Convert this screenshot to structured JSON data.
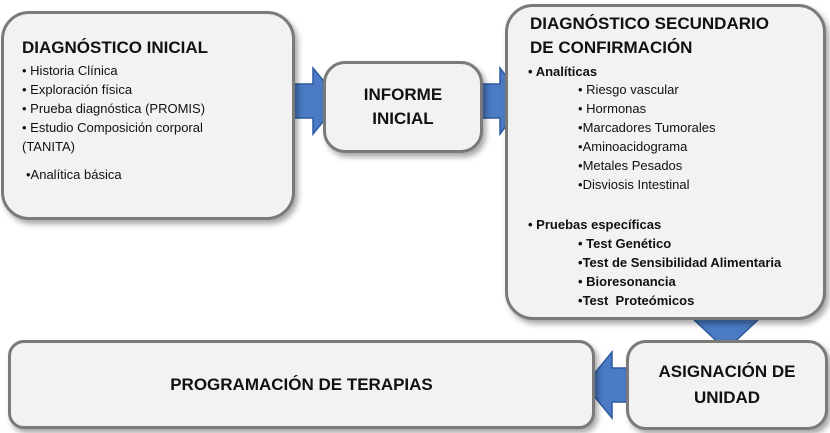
{
  "colors": {
    "arrow": "#4a7bc4",
    "arrow_stroke": "#2e5a9e",
    "box_fill": "#f2f2f2",
    "box_border": "#7a7a7a"
  },
  "diagnostico_inicial": {
    "title": "DIAGNÓSTICO INICIAL",
    "items": [
      "Historia Clínica",
      "Exploración física",
      "Prueba diagnóstica (PROMIS)",
      "Estudio Composición corporal",
      "(TANITA)",
      "•Analítica básica"
    ]
  },
  "informe_inicial": {
    "line1": "INFORME",
    "line2": "INICIAL"
  },
  "diagnostico_secundario": {
    "title_line1": "DIAGNÓSTICO SECUNDARIO",
    "title_line2": "DE CONFIRMACIÓN",
    "analiticas": {
      "heading": "Analíticas",
      "items": [
        "Riesgo vascular",
        "Hormonas",
        "Marcadores Tumorales",
        "Aminoacidograma",
        "Metales Pesados",
        "Disviosis Intestinal"
      ]
    },
    "pruebas": {
      "heading": "Pruebas específicas",
      "items": [
        "Test Genético",
        "Test de Sensibilidad Alimentaria",
        "Bioresonancia",
        "Test  Proteómicos"
      ]
    }
  },
  "asignacion": {
    "line1": "ASIGNACIÓN DE",
    "line2": "UNIDAD"
  },
  "programacion": {
    "label": "PROGRAMACIÓN DE TERAPIAS"
  }
}
